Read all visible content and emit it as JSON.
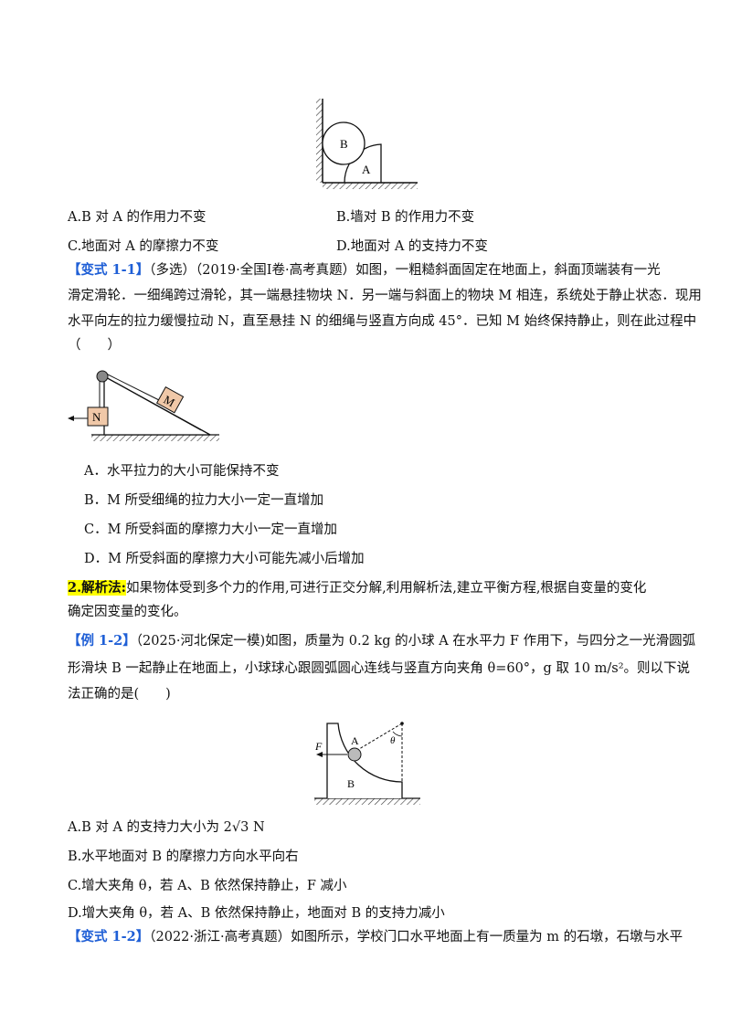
{
  "fig1": {
    "label_b": "B",
    "label_a": "A"
  },
  "q0_options": {
    "a": "A.B 对 A 的作用力不变",
    "b": "B.墙对 B 的作用力不变",
    "c": "C.地面对 A 的摩擦力不变",
    "d": "D.地面对 A 的支持力不变"
  },
  "v11": {
    "tag": "【变式 1-1】",
    "line1": "（多选）（2019·全国Ⅰ卷·高考真题）如图，一粗糙斜面固定在地面上，斜面顶端装有一光",
    "line2": "滑定滑轮．一细绳跨过滑轮，其一端悬挂物块 N．另一端与斜面上的物块 M 相连，系统处于静止状态．现用",
    "line3": "水平向左的拉力缓慢拉动 N，直至悬挂 N 的细绳与竖直方向成 45°．已知 M 始终保持静止，则在此过程中",
    "line4": "（　　）",
    "fig": {
      "label_m": "M",
      "label_n": "N"
    },
    "options": {
      "a": "A．水平拉力的大小可能保持不变",
      "b": "B．M 所受细绳的拉力大小一定一直增加",
      "c": "C．M 所受斜面的摩擦力大小一定一直增加",
      "d": "D．M 所受斜面的摩擦力大小可能先减小后增加"
    }
  },
  "method2": {
    "title": "2.解析法:",
    "text1": "如果物体受到多个力的作用,可进行正交分解,利用解析法,建立平衡方程,根据自变量的变化",
    "text2": "确定因变量的变化。"
  },
  "ex12": {
    "tag": "【例 1-2】",
    "line1": "（2025·河北保定一模)如图，质量为 0.2 kg 的小球 A 在水平力 F 作用下，与四分之一光滑圆弧",
    "line2": "形滑块 B 一起静止在地面上，小球球心跟圆弧圆心连线与竖直方向夹角 θ=60°，g 取 10 m/s²。则以下说",
    "line3": "法正确的是(　　)",
    "fig": {
      "label_f": "F",
      "label_a": "A",
      "label_b": "B",
      "label_theta": "θ"
    },
    "options": {
      "a": "A.B 对 A 的支持力大小为 2√3 N",
      "b": "B.水平地面对 B 的摩擦力方向水平向右",
      "c": "C.增大夹角 θ，若 A、B 依然保持静止，F 减小",
      "d": "D.增大夹角 θ，若 A、B 依然保持静止，地面对 B 的支持力减小"
    }
  },
  "v12": {
    "tag": "【变式 1-2】",
    "line1": "（2022·浙江·高考真题）如图所示，学校门口水平地面上有一质量为 m 的石墩，石墩与水平"
  }
}
